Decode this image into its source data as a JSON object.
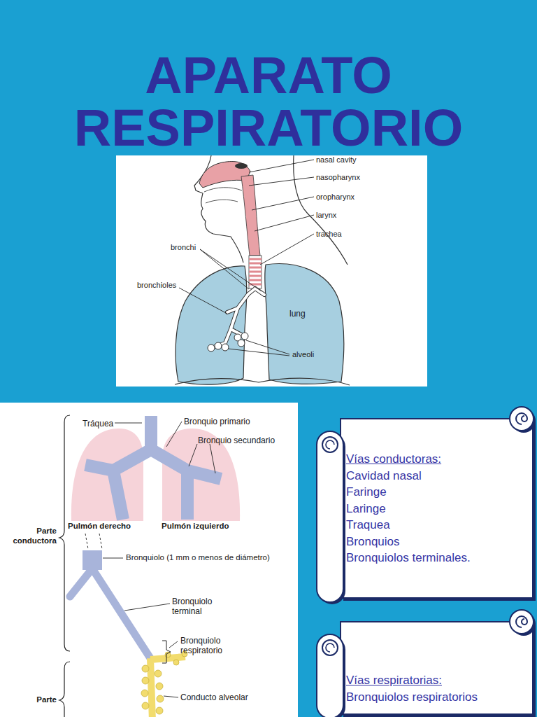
{
  "diagram": {
    "title": "APARATO RESPIRATORIO",
    "nodes": [
      {
        "text": [
          "Vías conductoras:",
          "Cavidad nasal",
          "Faringe",
          "Laringe",
          "Traquea",
          "Bronquios",
          "Bronquiolos terminales."
        ]
      },
      {
        "text": [
          "Vías respiratorias:",
          "Bronquiolos respiratorios"
        ]
      }
    ],
    "edges": [],
    "labels": [
      "nasal cavity",
      "nasopharynx",
      "oropharynx",
      "larynx",
      "trachea",
      "bronchi",
      "bronchioles",
      "lung",
      "alveoli",
      "Tráquea",
      "Bronquio primario",
      "Bronquio secundario",
      "Pulmón derecho",
      "Pulmón izquierdo",
      "Parte conductora",
      "Bronquiolo (1 mm o menos de diámetro)",
      "Bronquiolo terminal",
      "Bronquiolo respiratorio",
      "Conducto alveolar",
      "Parte"
    ]
  }
}
